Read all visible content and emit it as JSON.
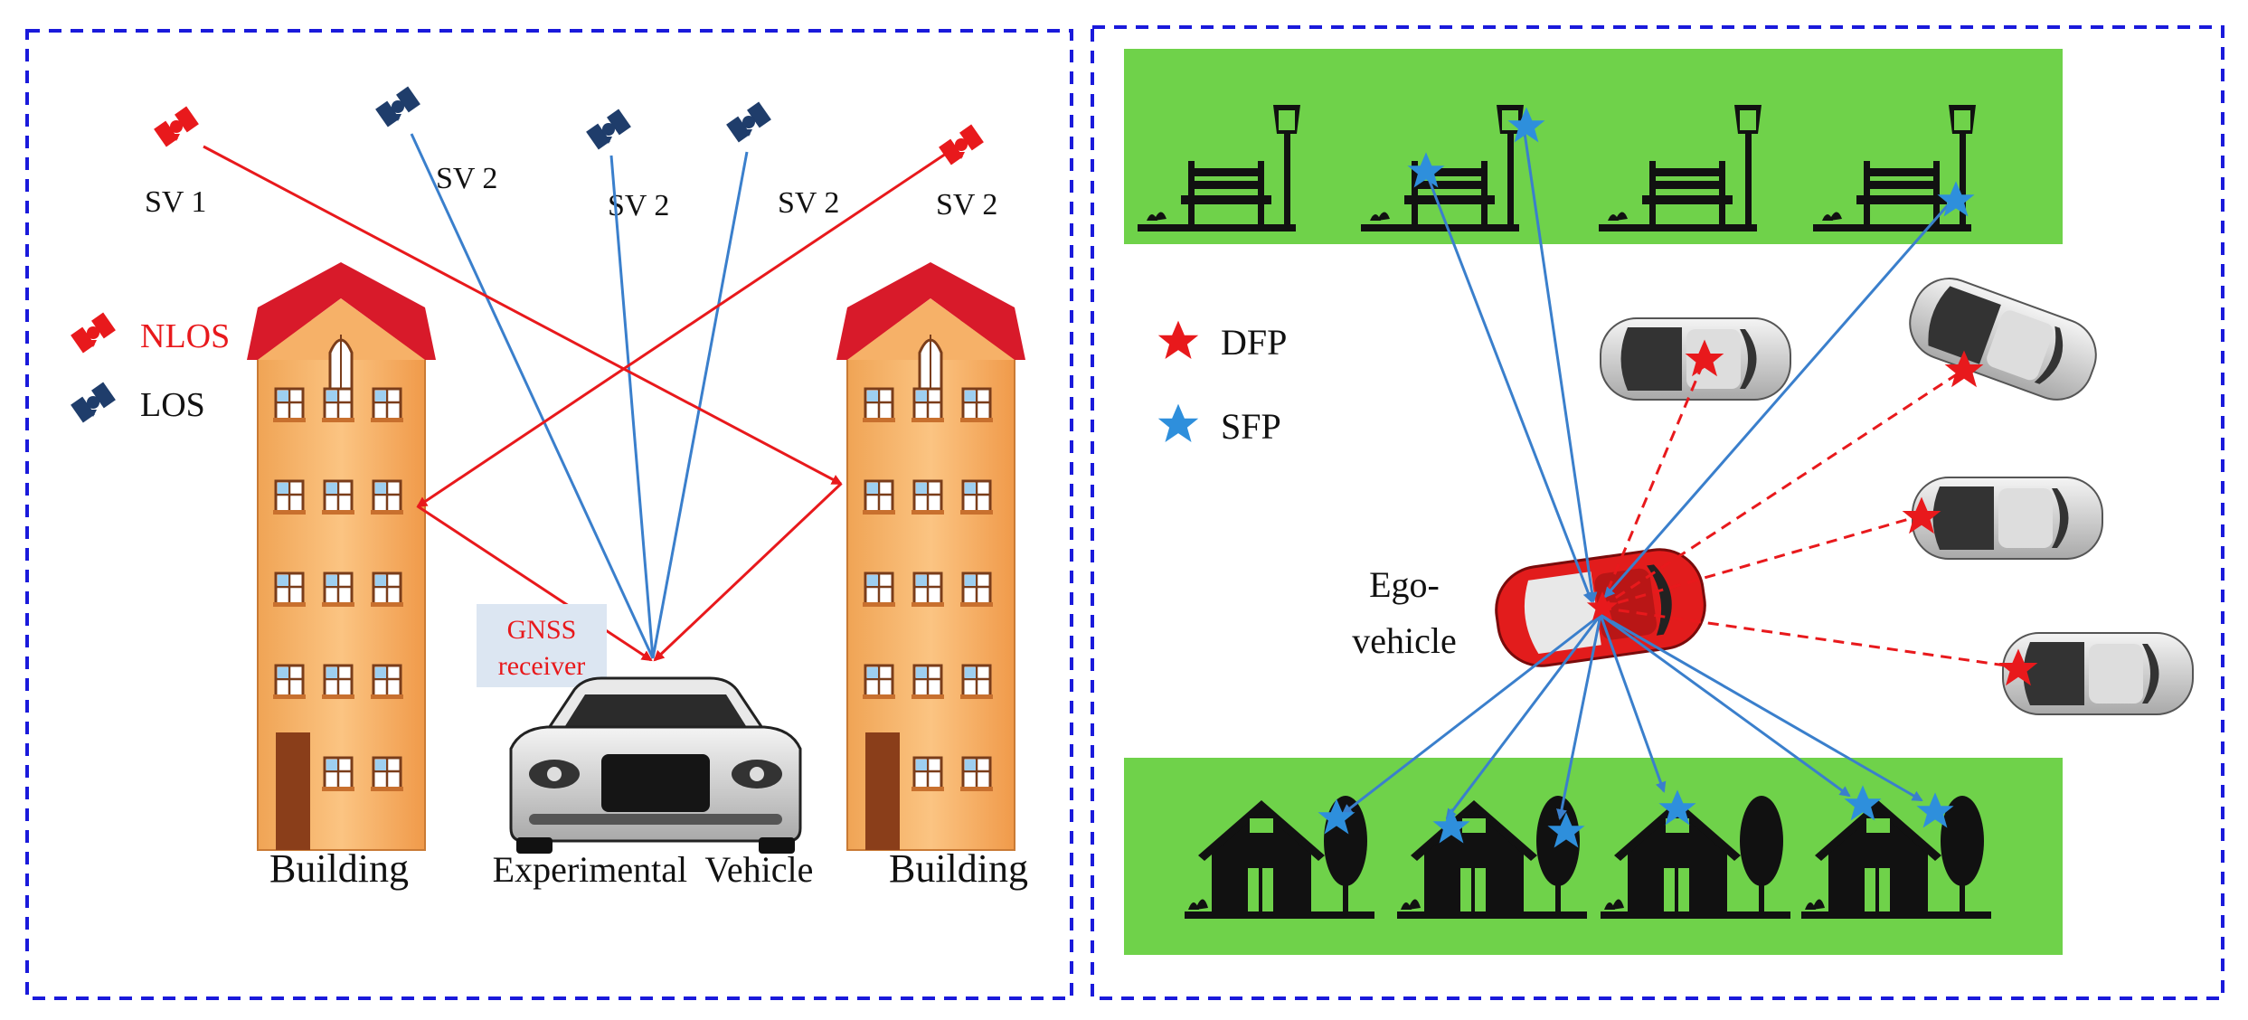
{
  "left_panel": {
    "satellite_labels": [
      "SV 1",
      "SV 2",
      "SV 2",
      "SV 2",
      "SV 2"
    ],
    "legend": {
      "nlos": "NLOS",
      "los": "LOS"
    },
    "receiver_label_line1": "GNSS",
    "receiver_label_line2": "receiver",
    "building_left_label": "Building",
    "vehicle_label": "Experimental  Vehicle",
    "building_right_label": "Building"
  },
  "right_panel": {
    "legend": {
      "dfp": "DFP",
      "sfp": "SFP"
    },
    "ego_label_line1": "Ego-",
    "ego_label_line2": "vehicle"
  },
  "colors": {
    "frame": "#1a1adb",
    "nlos": "#e8191c",
    "los": "#3a7fcc",
    "satellite_los": "#1f3d6b",
    "grass": "#6fd24a",
    "building": "#f6b168",
    "roof": "#d81a2a",
    "receiver_box": "#dce6f2",
    "sfp_star": "#2e8fdc",
    "dfp_star": "#e8191c"
  },
  "icons": [
    "satellite-icon",
    "building-icon",
    "car-icon",
    "bench-icon",
    "lamp-icon",
    "house-icon",
    "tree-icon",
    "star-icon"
  ]
}
